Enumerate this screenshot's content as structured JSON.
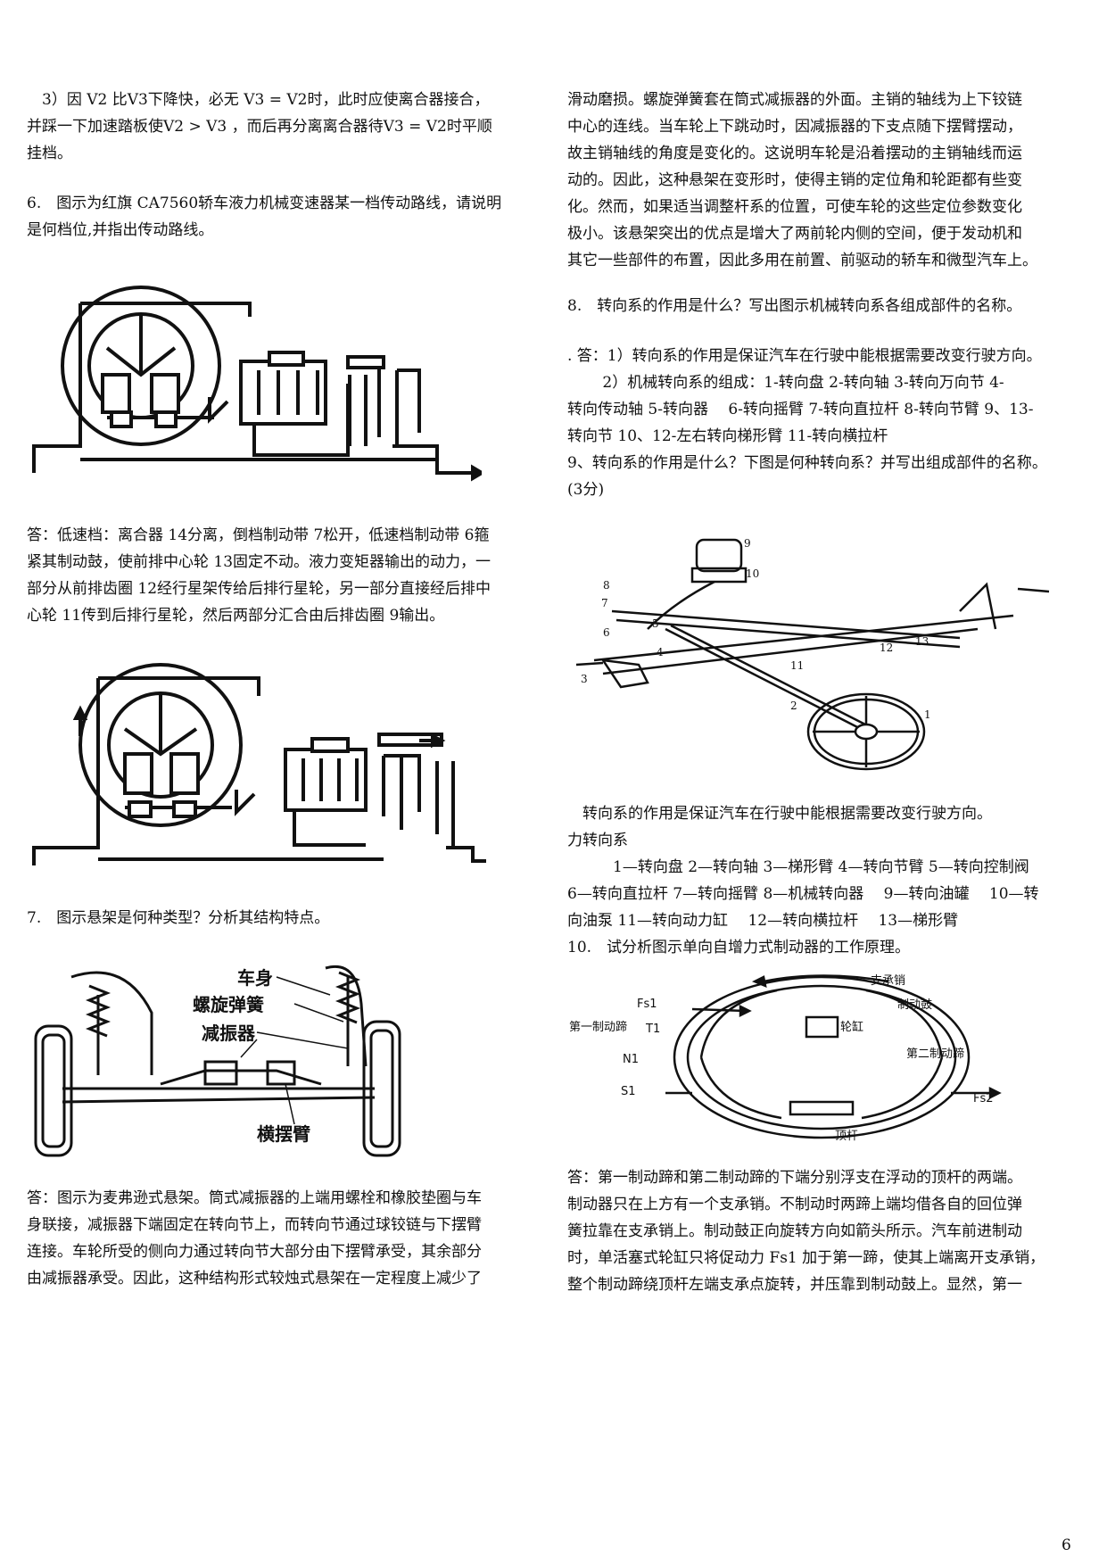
{
  "left": {
    "p1": [
      "　3）因 V2 比V3下降快，必无 V3 = V2时，此时应使离合器接合，",
      "并踩一下加速踏板使V2 > V3 ，而后再分离离合器待V3 = V2时平顺",
      "挂档。"
    ],
    "q6": [
      "6.　图示为红旗 CA7560轿车液力机械变速器某一档传动路线，请说明",
      "是何档位,并指出传动路线。"
    ],
    "a6": [
      "答：低速档：离合器 14分离，倒档制动带 7松开，低速档制动带 6箍",
      "紧其制动鼓，使前排中心轮 13固定不动。液力变矩器输出的动力，一",
      "部分从前排齿圈 12经行星架传给后排行星轮，另一部分直接经后排中",
      "心轮 11传到后排行星轮，然后两部分汇合由后排齿圈 9输出。"
    ],
    "q7": [
      "7.　图示悬架是何种类型？分析其结构特点。"
    ],
    "a7": [
      "答：图示为麦弗逊式悬架。筒式减振器的上端用螺栓和橡胶垫圈与车",
      "身联接，减振器下端固定在转向节上，而转向节通过球铰链与下摆臂",
      "连接。车轮所受的侧向力通过转向节大部分由下摆臂承受，其余部分",
      "由减振器承受。因此，这种结构形式较烛式悬架在一定程度上减少了"
    ]
  },
  "suspension_labels": {
    "body": "车身",
    "spring": "螺旋弹簧",
    "damper": "减振器",
    "arm": "横摆臂"
  },
  "right": {
    "p1": [
      "滑动磨损。螺旋弹簧套在筒式减振器的外面。主销的轴线为上下铰链",
      "中心的连线。当车轮上下跳动时，因减振器的下支点随下摆臂摆动，",
      "故主销轴线的角度是变化的。这说明车轮是沿着摆动的主销轴线而运",
      "动的。因此，这种悬架在变形时，使得主销的定位角和轮距都有些变",
      "化。然而，如果适当调整杆系的位置，可使车轮的这些定位参数变化",
      "极小。该悬架突出的优点是增大了两前轮内侧的空间，便于发动机和",
      "其它一些部件的布置，因此多用在前置、前驱动的轿车和微型汽车上。"
    ],
    "q8": [
      "8.　转向系的作用是什么？写出图示机械转向系各组成部件的名称。"
    ],
    "a8": [
      ". 答：1）转向系的作用是保证汽车在行驶中能根据需要改变行驶方向。",
      "　　 2）机械转向系的组成：1-转向盘 2-转向轴 3-转向万向节 4-",
      "转向传动轴 5-转向器　 6-转向摇臂 7-转向直拉杆 8-转向节臂 9、13-",
      "转向节 10、12-左右转向梯形臂 11-转向横拉杆",
      "9、转向系的作用是什么？下图是何种转向系？并写出组成部件的名称。",
      "(3分)"
    ],
    "a9": [
      "　转向系的作用是保证汽车在行驶中能根据需要改变行驶方向。",
      "力转向系",
      "　　　1—转向盘 2—转向轴 3—梯形臂 4—转向节臂 5—转向控制阀",
      "6—转向直拉杆 7—转向摇臂 8—机械转向器　 9—转向油罐　 10—转",
      "向油泵 11—转向动力缸　 12—转向横拉杆　 13—梯形臂",
      "10.　试分析图示单向自增力式制动器的工作原理。"
    ],
    "a10": [
      "答：第一制动蹄和第二制动蹄的下端分别浮支在浮动的顶杆的两端。",
      "制动器只在上方有一个支承销。不制动时两蹄上端均借各自的回位弹",
      "簧拉靠在支承销上。制动鼓正向旋转方向如箭头所示。汽车前进制动",
      "时，单活塞式轮缸只将促动力 Fs1 加于第一蹄，使其上端离开支承销，",
      "整个制动蹄绕顶杆左端支承点旋转，并压靠到制动鼓上。显然，第一"
    ]
  },
  "steering_numbers": [
    "9",
    "10",
    "8",
    "7",
    "6",
    "5",
    "4",
    "3",
    "2",
    "1",
    "11",
    "12",
    "13"
  ],
  "brake_labels": {
    "pin": "支承销",
    "drum": "制动鼓",
    "fs1": "Fs1",
    "shoe1": "第一制动蹄",
    "t1": "T1",
    "cyl": "轮缸",
    "n1": "N1",
    "shoe2": "第二制动蹄",
    "s1": "S1",
    "fs2": "Fs2",
    "rod": "顶杆"
  },
  "page_number": "6"
}
